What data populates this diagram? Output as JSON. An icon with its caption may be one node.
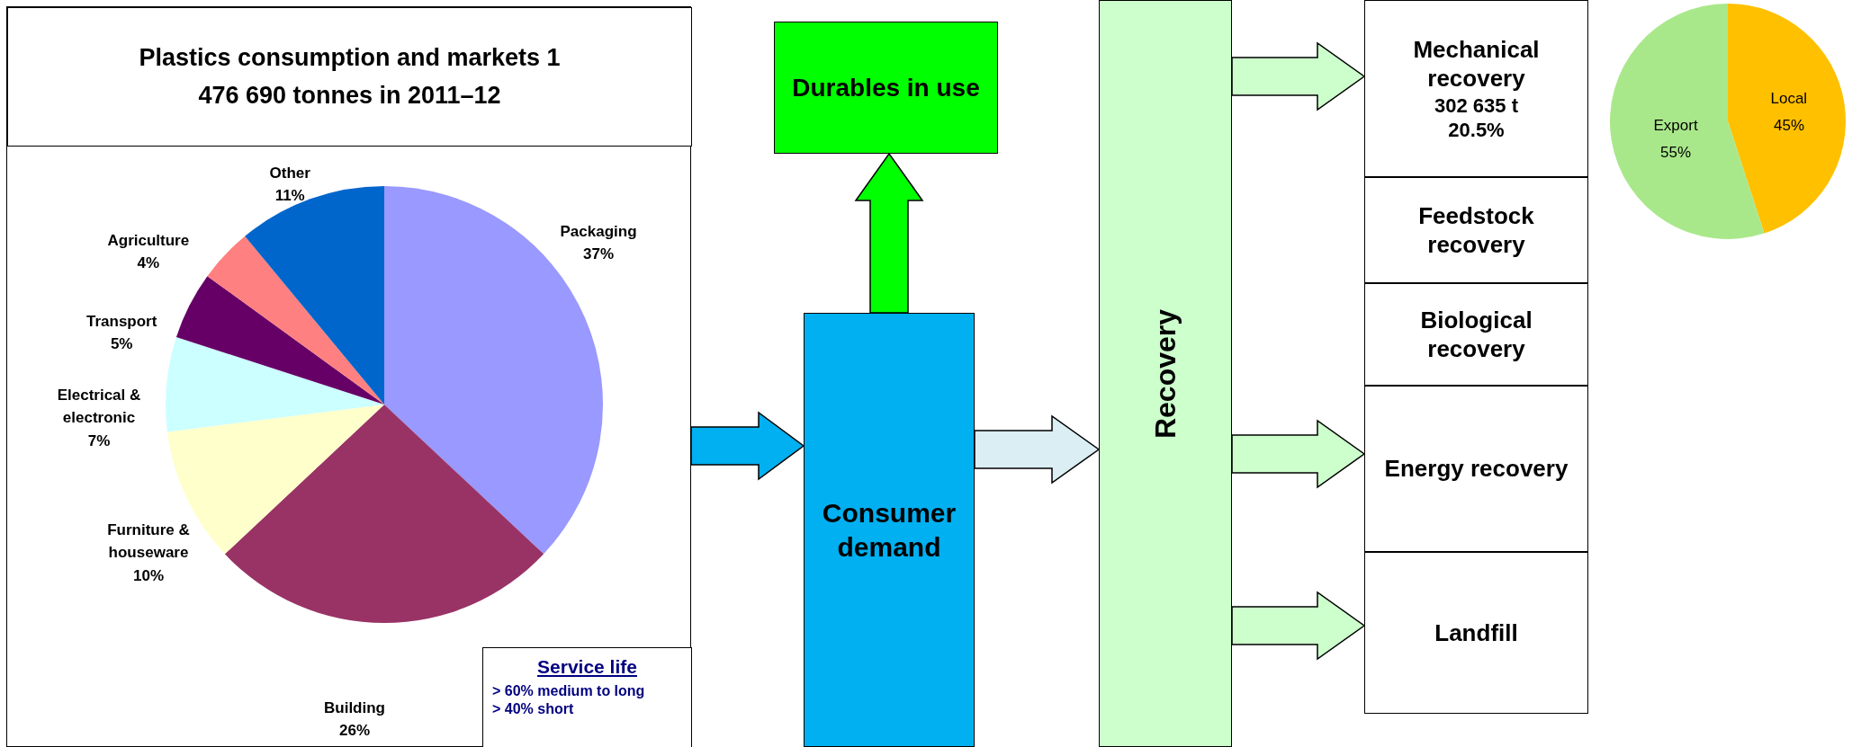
{
  "diagram": {
    "nodes": [
      {
        "text": [],
        "shape": "box"
      },
      {
        "text": [
          "Plastics consumption and markets 1 476 690 tonnes in 2011–12"
        ],
        "in": 0
      },
      {
        "text": [
          "Service life",
          "> 60% medium to long",
          "> 40% short"
        ],
        "in": 0
      },
      {
        "text": [
          "Durables in use"
        ]
      },
      {
        "text": [
          "Consumer demand"
        ]
      },
      {
        "text": [
          "Recovery"
        ]
      },
      {
        "text": [
          "Mechanical recovery",
          "302 635 t",
          "20.5%"
        ]
      },
      {
        "text": [
          "Feedstock recovery"
        ]
      },
      {
        "text": [
          "Biological recovery"
        ]
      },
      {
        "text": [
          "Energy recovery"
        ]
      },
      {
        "text": [
          "Landfill"
        ]
      }
    ],
    "edges": [
      {
        "from": 0,
        "to": 4,
        "arrow": "to",
        "style": "thick",
        "color": "#00b0f0"
      },
      {
        "from": 4,
        "to": 3,
        "arrow": "to",
        "style": "thick",
        "color": "#00ff00"
      },
      {
        "from": 4,
        "to": 5,
        "arrow": "to",
        "style": "thick",
        "color": "#daeef3"
      },
      {
        "from": 5,
        "to": 6,
        "arrow": "to",
        "style": "thick"
      },
      {
        "from": 5,
        "to": 9,
        "arrow": "to",
        "style": "thick"
      },
      {
        "from": 5,
        "to": 10,
        "arrow": "to",
        "style": "thick"
      }
    ],
    "labels": [
      "Local",
      "45%",
      "Export",
      "55%"
    ],
    "chart_data": {
      "type": "pie",
      "categories": [
        "Packaging",
        "Building",
        "Furniture & houseware",
        "Electrical & electronic",
        "Transport",
        "Agriculture",
        "Other"
      ],
      "values": [
        37,
        26,
        10,
        7,
        5,
        4,
        11
      ],
      "value_labels": [
        "37%",
        "26%",
        "10%",
        "7%",
        "5%",
        "4%",
        "11%"
      ],
      "colors": [
        "#9999ff",
        "#993366",
        "#ffffcc",
        "#ccffff",
        "#660066",
        "#ff8080",
        "#0066cc"
      ]
    }
  }
}
